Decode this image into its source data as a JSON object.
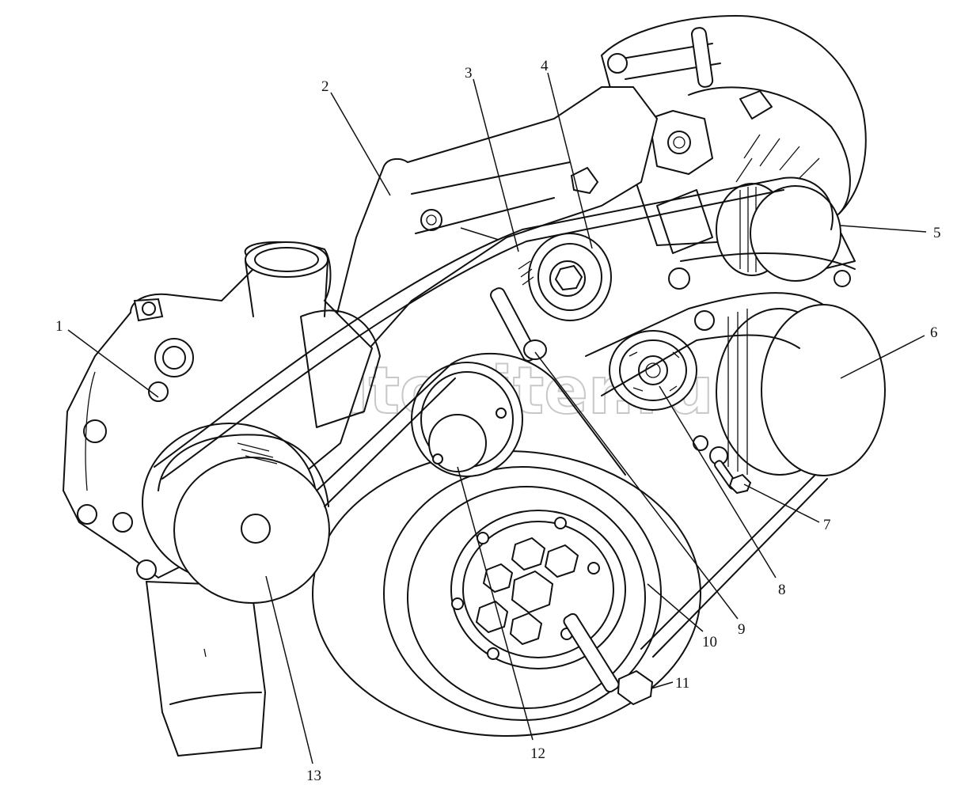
{
  "watermark": "autopiter.ru",
  "callouts": [
    "1",
    "2",
    "3",
    "4",
    "5",
    "6",
    "7",
    "8",
    "9",
    "10",
    "11",
    "12",
    "13"
  ]
}
